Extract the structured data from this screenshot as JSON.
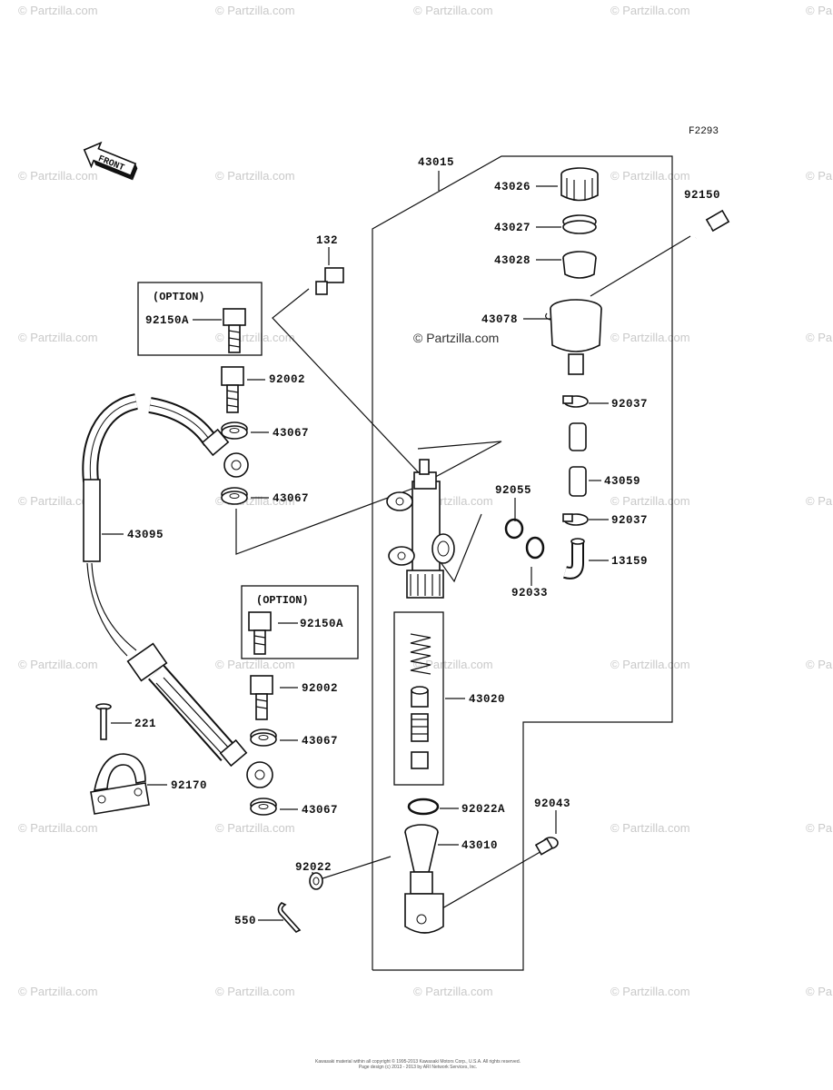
{
  "figure_code": "F2293",
  "front_label": "FRONT",
  "watermark": "© Partzilla.com",
  "center_watermark": "© Partzilla.com",
  "copyright_line1": "Kawasaki material within all copyright © 1995-2013 Kawasaki Motors Corp., U.S.A. All rights reserved.",
  "copyright_line2": "Page design (c) 2013 - 2013 by ARI Network Services, Inc.",
  "option_box_1": {
    "title": "(OPTION)",
    "part": "92150A"
  },
  "option_box_2": {
    "title": "(OPTION)",
    "part": "92150A"
  },
  "labels": {
    "p43015": "43015",
    "p43026": "43026",
    "p43027": "43027",
    "p43028": "43028",
    "p43078": "43078",
    "p92150": "92150",
    "p132": "132",
    "p92002a": "92002",
    "p43067a": "43067",
    "p43067b": "43067",
    "p43095": "43095",
    "p92037a": "92037",
    "p43059": "43059",
    "p92037b": "92037",
    "p13159": "13159",
    "p92055": "92055",
    "p92033": "92033",
    "p43020": "43020",
    "p92002b": "92002",
    "p43067c": "43067",
    "p221": "221",
    "p92170": "92170",
    "p43067d": "43067",
    "p92022A": "92022A",
    "p92043": "92043",
    "p43010": "43010",
    "p92022": "92022",
    "p550": "550"
  }
}
